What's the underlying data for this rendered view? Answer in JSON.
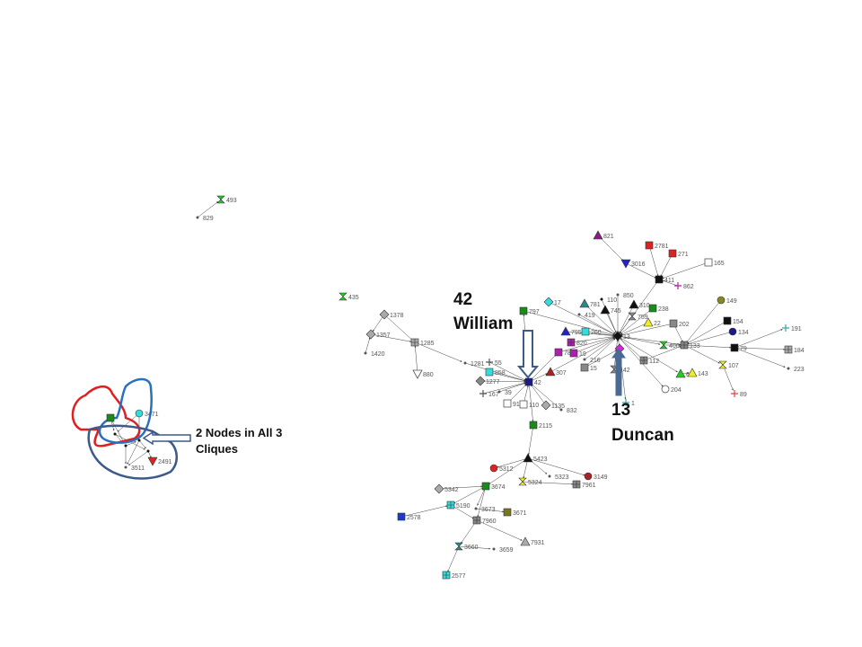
{
  "annotations": {
    "william_id": "42",
    "william_name": "William",
    "duncan_id": "13",
    "duncan_name": "Duncan",
    "cliques_line1": "2 Nodes in All 3",
    "cliques_line2": "Cliques"
  },
  "colors": {
    "arrow_outline": "#3c5a8a",
    "arrow_solid": "#4a6a94",
    "clique_red": "#e02020",
    "clique_blue": "#2a70c0",
    "clique_navy": "#3c5a8a"
  },
  "nodes": [
    {
      "id": "493",
      "label": "493",
      "shape": "bowtie",
      "color": "#22cc22"
    },
    {
      "id": "829",
      "label": "829",
      "shape": "dot",
      "color": "#555555"
    },
    {
      "id": "435",
      "label": "435",
      "shape": "bowtie",
      "color": "#22cc22"
    },
    {
      "id": "1378",
      "label": "1378",
      "shape": "diamond",
      "color": "#aaaaaa"
    },
    {
      "id": "1357",
      "label": "1357",
      "shape": "diamond",
      "color": "#aaaaaa"
    },
    {
      "id": "1420",
      "label": "1420",
      "shape": "dot",
      "color": "#555555"
    },
    {
      "id": "1285",
      "label": "1285",
      "shape": "gridsq",
      "color": "#aaaaaa"
    },
    {
      "id": "880",
      "label": "880",
      "shape": "tri-down-open",
      "color": "#ffffff"
    },
    {
      "id": "1281",
      "label": "1281",
      "shape": "dot",
      "color": "#555555"
    },
    {
      "id": "55",
      "label": "55",
      "shape": "plus",
      "color": "#555555"
    },
    {
      "id": "858",
      "label": "858",
      "shape": "square",
      "color": "#33dddd"
    },
    {
      "id": "1277",
      "label": "1277",
      "shape": "diamond",
      "color": "#888888"
    },
    {
      "id": "167",
      "label": "167",
      "shape": "plus",
      "color": "#555555"
    },
    {
      "id": "39",
      "label": "39",
      "shape": "dot",
      "color": "#555555"
    },
    {
      "id": "916",
      "label": "916",
      "shape": "square-open",
      "color": "#ffffff"
    },
    {
      "id": "1101",
      "label": "110",
      "shape": "square-open",
      "color": "#ffffff"
    },
    {
      "id": "1135",
      "label": "1135",
      "shape": "diamond",
      "color": "#aaaaaa"
    },
    {
      "id": "832",
      "label": "832",
      "shape": "dot",
      "color": "#555555"
    },
    {
      "id": "42",
      "label": "42",
      "shape": "square",
      "color": "#1a1a8a"
    },
    {
      "id": "797",
      "label": "797",
      "shape": "square",
      "color": "#1a8a1a"
    },
    {
      "id": "17",
      "label": "17",
      "shape": "diamond",
      "color": "#33dddd"
    },
    {
      "id": "821",
      "label": "821",
      "shape": "tri-up",
      "color": "#8a1a8a"
    },
    {
      "id": "2781",
      "label": "2781",
      "shape": "square",
      "color": "#dd2222"
    },
    {
      "id": "271",
      "label": "271",
      "shape": "square",
      "color": "#dd2222"
    },
    {
      "id": "3016",
      "label": "3016",
      "shape": "tri-down",
      "color": "#2222cc"
    },
    {
      "id": "165",
      "label": "165",
      "shape": "square-open",
      "color": "#ffffff"
    },
    {
      "id": "411",
      "label": "411",
      "shape": "square",
      "color": "#111111"
    },
    {
      "id": "862",
      "label": "862",
      "shape": "plus",
      "color": "#aa22aa"
    },
    {
      "id": "850",
      "label": "850",
      "shape": "dot",
      "color": "#555555"
    },
    {
      "id": "1102",
      "label": "110",
      "shape": "dot",
      "color": "#111111"
    },
    {
      "id": "781",
      "label": "781",
      "shape": "tri-up",
      "color": "#2a8a8a"
    },
    {
      "id": "745",
      "label": "745",
      "shape": "tri-up",
      "color": "#111111"
    },
    {
      "id": "419",
      "label": "419",
      "shape": "dot",
      "color": "#555555"
    },
    {
      "id": "310",
      "label": "310",
      "shape": "tri-up",
      "color": "#111111"
    },
    {
      "id": "238",
      "label": "238",
      "shape": "square",
      "color": "#1a8a1a"
    },
    {
      "id": "149",
      "label": "149",
      "shape": "circle",
      "color": "#888822"
    },
    {
      "id": "759",
      "label": "759",
      "shape": "bowtie",
      "color": "#888888"
    },
    {
      "id": "722",
      "label": "22",
      "shape": "tri-up",
      "color": "#eeee22"
    },
    {
      "id": "202",
      "label": "202",
      "shape": "square",
      "color": "#888888"
    },
    {
      "id": "154",
      "label": "154",
      "shape": "square",
      "color": "#111111"
    },
    {
      "id": "134",
      "label": "134",
      "shape": "circle",
      "color": "#1a1a8a"
    },
    {
      "id": "191",
      "label": "191",
      "shape": "plus",
      "color": "#33aaaa"
    },
    {
      "id": "795",
      "label": "795",
      "shape": "tri-up",
      "color": "#2222cc"
    },
    {
      "id": "260",
      "label": "260",
      "shape": "square",
      "color": "#33dddd"
    },
    {
      "id": "820",
      "label": "820",
      "shape": "gridsq",
      "color": "#aa22aa"
    },
    {
      "id": "130",
      "label": "13",
      "shape": "diamond",
      "color": "#111111"
    },
    {
      "id": "400",
      "label": "400",
      "shape": "bowtie",
      "color": "#22cc22"
    },
    {
      "id": "133",
      "label": "133",
      "shape": "gridsq",
      "color": "#888888"
    },
    {
      "id": "79",
      "label": "79",
      "shape": "square",
      "color": "#111111"
    },
    {
      "id": "184",
      "label": "184",
      "shape": "gridsq",
      "color": "#aaaaaa"
    },
    {
      "id": "782",
      "label": "782",
      "shape": "square",
      "color": "#aa22aa"
    },
    {
      "id": "191b",
      "label": "19",
      "shape": "square",
      "color": "#aa22aa"
    },
    {
      "id": "216",
      "label": "216",
      "shape": "dot",
      "color": "#555555"
    },
    {
      "id": "13",
      "label": "",
      "shape": "diamond",
      "color": "#dd22dd"
    },
    {
      "id": "307",
      "label": "307",
      "shape": "tri-up",
      "color": "#aa2222"
    },
    {
      "id": "15",
      "label": "15",
      "shape": "square",
      "color": "#888888"
    },
    {
      "id": "142",
      "label": "142",
      "shape": "bowtie",
      "color": "#888888"
    },
    {
      "id": "112",
      "label": "112",
      "shape": "gridsq",
      "color": "#888888"
    },
    {
      "id": "76",
      "label": "6",
      "shape": "tri-up",
      "color": "#22cc22"
    },
    {
      "id": "143",
      "label": "143",
      "shape": "tri-up",
      "color": "#eeee22"
    },
    {
      "id": "107",
      "label": "107",
      "shape": "bowtie",
      "color": "#eeee22"
    },
    {
      "id": "223",
      "label": "223",
      "shape": "dot",
      "color": "#555555"
    },
    {
      "id": "204",
      "label": "204",
      "shape": "circle-open",
      "color": "#ffffff"
    },
    {
      "id": "1",
      "label": "1",
      "shape": "plus",
      "color": "#33aaaa"
    },
    {
      "id": "89",
      "label": "89",
      "shape": "plus",
      "color": "#dd4444"
    },
    {
      "id": "2115",
      "label": "2115",
      "shape": "square",
      "color": "#1a8a1a"
    },
    {
      "id": "5423",
      "label": "5423",
      "shape": "tri-up",
      "color": "#111111"
    },
    {
      "id": "5312",
      "label": "5312",
      "shape": "circle",
      "color": "#dd2222"
    },
    {
      "id": "5323",
      "label": "5323",
      "shape": "dot",
      "color": "#555555"
    },
    {
      "id": "3149",
      "label": "3149",
      "shape": "circle",
      "color": "#aa2222"
    },
    {
      "id": "5324",
      "label": "5324",
      "shape": "bowtie",
      "color": "#eeee22"
    },
    {
      "id": "7961",
      "label": "7961",
      "shape": "gridsq",
      "color": "#888888"
    },
    {
      "id": "5342",
      "label": "5342",
      "shape": "diamond",
      "color": "#aaaaaa"
    },
    {
      "id": "3674",
      "label": "3674",
      "shape": "square",
      "color": "#1a8a1a"
    },
    {
      "id": "2578",
      "label": "2578",
      "shape": "square",
      "color": "#1a3acc"
    },
    {
      "id": "5190",
      "label": "5190",
      "shape": "gridsq",
      "color": "#33dddd"
    },
    {
      "id": "3673",
      "label": "3673",
      "shape": "dot",
      "color": "#555555"
    },
    {
      "id": "3671",
      "label": "3671",
      "shape": "square",
      "color": "#777722"
    },
    {
      "id": "7960",
      "label": "7960",
      "shape": "gridsq",
      "color": "#888888"
    },
    {
      "id": "7931",
      "label": "7931",
      "shape": "tri-up",
      "color": "#aaaaaa"
    },
    {
      "id": "3660",
      "label": "3660",
      "shape": "bowtie",
      "color": "#2a8a8a"
    },
    {
      "id": "3659",
      "label": "3659",
      "shape": "dot",
      "color": "#555555"
    },
    {
      "id": "2577",
      "label": "2577",
      "shape": "gridsq",
      "color": "#33dddd"
    },
    {
      "id": "c1",
      "label": "",
      "shape": "square",
      "color": "#1a8a1a"
    },
    {
      "id": "3471",
      "label": "3471",
      "shape": "circle",
      "color": "#33dddd"
    },
    {
      "id": "c3",
      "label": "",
      "shape": "dot",
      "color": "#111111"
    },
    {
      "id": "c4",
      "label": "",
      "shape": "dot",
      "color": "#111111"
    },
    {
      "id": "c5",
      "label": "",
      "shape": "dot",
      "color": "#111111"
    },
    {
      "id": "c6",
      "label": "",
      "shape": "dot",
      "color": "#111111"
    },
    {
      "id": "3511",
      "label": "3511",
      "shape": "dot",
      "color": "#555555"
    },
    {
      "id": "2491",
      "label": "2491",
      "shape": "tri-down",
      "color": "#dd2222"
    }
  ],
  "edges": [
    [
      "829",
      "493"
    ],
    [
      "1378",
      "1285"
    ],
    [
      "1357",
      "1285"
    ],
    [
      "1420",
      "1357"
    ],
    [
      "1378",
      "1357"
    ],
    [
      "1285",
      "1281"
    ],
    [
      "880",
      "1285"
    ],
    [
      "1281",
      "42"
    ],
    [
      "55",
      "42"
    ],
    [
      "858",
      "42"
    ],
    [
      "1277",
      "42"
    ],
    [
      "167",
      "42"
    ],
    [
      "39",
      "42"
    ],
    [
      "916",
      "42"
    ],
    [
      "1101",
      "42"
    ],
    [
      "1135",
      "42"
    ],
    [
      "832",
      "42"
    ],
    [
      "42",
      "797"
    ],
    [
      "42",
      "782"
    ],
    [
      "42",
      "307"
    ],
    [
      "42",
      "2115"
    ],
    [
      "2115",
      "5423"
    ],
    [
      "797",
      "130"
    ],
    [
      "17",
      "130"
    ],
    [
      "821",
      "3016"
    ],
    [
      "2781",
      "411"
    ],
    [
      "271",
      "411"
    ],
    [
      "3016",
      "411"
    ],
    [
      "165",
      "411"
    ],
    [
      "862",
      "411"
    ],
    [
      "411",
      "130"
    ],
    [
      "850",
      "130"
    ],
    [
      "1102",
      "130"
    ],
    [
      "781",
      "130"
    ],
    [
      "745",
      "130"
    ],
    [
      "419",
      "130"
    ],
    [
      "310",
      "130"
    ],
    [
      "238",
      "130"
    ],
    [
      "759",
      "130"
    ],
    [
      "722",
      "130"
    ],
    [
      "202",
      "130"
    ],
    [
      "149",
      "133"
    ],
    [
      "154",
      "133"
    ],
    [
      "134",
      "133"
    ],
    [
      "130",
      "133"
    ],
    [
      "133",
      "79"
    ],
    [
      "79",
      "191"
    ],
    [
      "79",
      "184"
    ],
    [
      "79",
      "223"
    ],
    [
      "795",
      "130"
    ],
    [
      "260",
      "130"
    ],
    [
      "820",
      "130"
    ],
    [
      "782",
      "130"
    ],
    [
      "191b",
      "130"
    ],
    [
      "216",
      "130"
    ],
    [
      "13",
      "130"
    ],
    [
      "307",
      "130"
    ],
    [
      "15",
      "130"
    ],
    [
      "142",
      "130"
    ],
    [
      "112",
      "130"
    ],
    [
      "130",
      "400"
    ],
    [
      "400",
      "133"
    ],
    [
      "130",
      "76"
    ],
    [
      "76",
      "143"
    ],
    [
      "133",
      "107"
    ],
    [
      "107",
      "89"
    ],
    [
      "130",
      "204"
    ],
    [
      "13",
      "1"
    ],
    [
      "202",
      "133"
    ],
    [
      "112",
      "133"
    ],
    [
      "15",
      "13"
    ],
    [
      "5423",
      "5312"
    ],
    [
      "5423",
      "5323"
    ],
    [
      "5423",
      "3149"
    ],
    [
      "5423",
      "5324"
    ],
    [
      "5324",
      "7961"
    ],
    [
      "5423",
      "3674"
    ],
    [
      "5342",
      "3674"
    ],
    [
      "3674",
      "5190"
    ],
    [
      "2578",
      "5190"
    ],
    [
      "3674",
      "3673"
    ],
    [
      "3673",
      "3671"
    ],
    [
      "3674",
      "7960"
    ],
    [
      "7960",
      "7931"
    ],
    [
      "7960",
      "3660"
    ],
    [
      "3660",
      "3659"
    ],
    [
      "3660",
      "2577"
    ],
    [
      "5190",
      "7960"
    ],
    [
      "c1",
      "c3"
    ],
    [
      "3471",
      "c3"
    ],
    [
      "c3",
      "c4"
    ],
    [
      "c4",
      "c5"
    ],
    [
      "c5",
      "c6"
    ],
    [
      "c3",
      "c6"
    ],
    [
      "c4",
      "3511"
    ],
    [
      "c6",
      "2491"
    ],
    [
      "c1",
      "c4"
    ],
    [
      "3471",
      "c5"
    ],
    [
      "c5",
      "3511"
    ],
    [
      "c6",
      "3511"
    ]
  ]
}
